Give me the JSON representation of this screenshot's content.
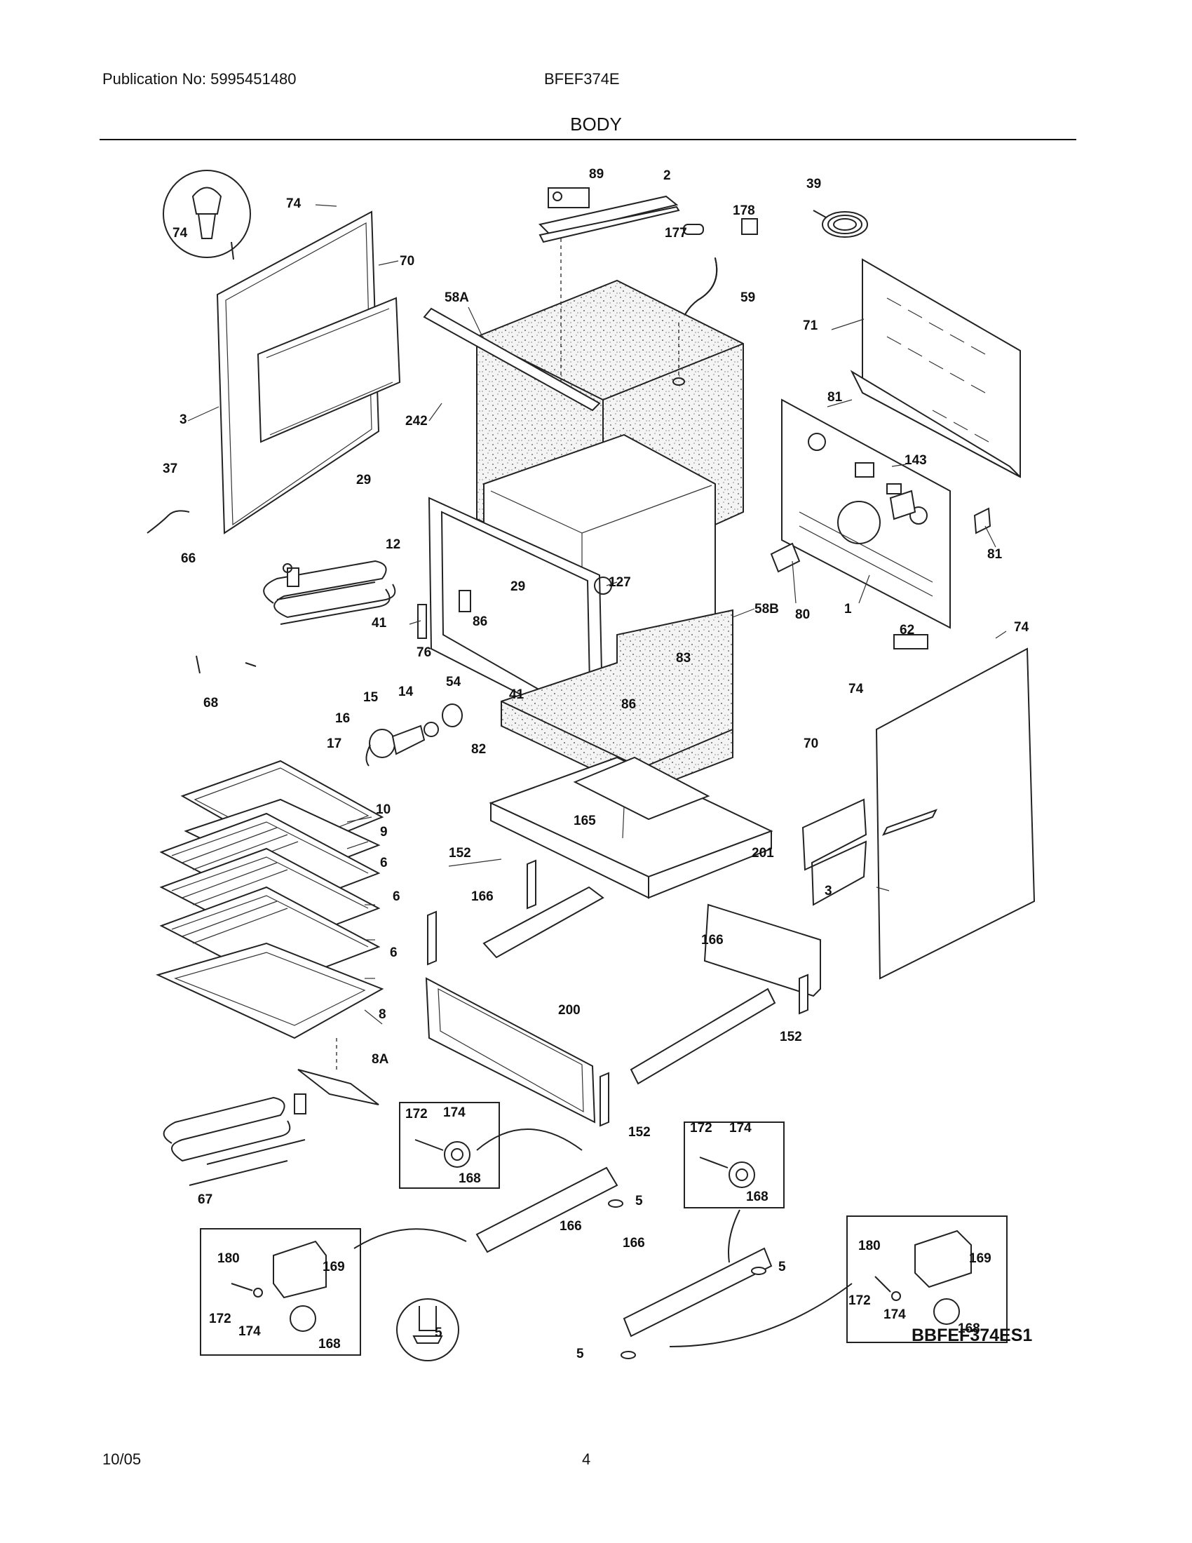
{
  "header": {
    "publication": "Publication No: 5995451480",
    "model": "BFEF374E",
    "section": "BODY"
  },
  "footer": {
    "date": "10/05",
    "page": "4"
  },
  "diagram_code": "BBFEF374ES1",
  "part_labels": [
    "89",
    "2",
    "39",
    "178",
    "177",
    "59",
    "74",
    "74",
    "58A",
    "70",
    "71",
    "3",
    "242",
    "81",
    "143",
    "37",
    "29",
    "12",
    "127",
    "29",
    "81",
    "66",
    "41",
    "86",
    "76",
    "80",
    "1",
    "83",
    "58B",
    "74",
    "62",
    "41",
    "86",
    "54",
    "14",
    "15",
    "16",
    "17",
    "68",
    "74",
    "82",
    "70",
    "10",
    "165",
    "9",
    "6",
    "6",
    "6",
    "152",
    "201",
    "166",
    "3",
    "166",
    "200",
    "8",
    "152",
    "8A",
    "172",
    "174",
    "168",
    "152",
    "172",
    "174",
    "168",
    "67",
    "5",
    "180",
    "169",
    "166",
    "172",
    "174",
    "168",
    "166",
    "5",
    "5",
    "180",
    "169",
    "172",
    "174",
    "168",
    "5"
  ]
}
